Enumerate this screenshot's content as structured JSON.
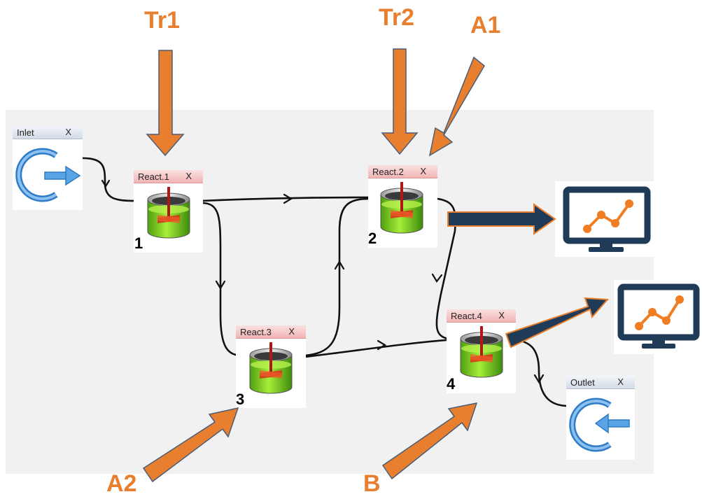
{
  "inlet": {
    "title": "Inlet",
    "close": "X"
  },
  "outlet": {
    "title": "Outlet",
    "close": "X"
  },
  "reactors": [
    {
      "title": "React.1",
      "close": "X",
      "number": "1"
    },
    {
      "title": "React.2",
      "close": "X",
      "number": "2"
    },
    {
      "title": "React.3",
      "close": "X",
      "number": "3"
    },
    {
      "title": "React.4",
      "close": "X",
      "number": "4"
    }
  ],
  "feeds": {
    "tr1": "Tr1",
    "tr2": "Tr2",
    "a1": "A1",
    "a2": "A2",
    "b": "B"
  },
  "colors": {
    "feed_arrow": "#e87f2f",
    "output_arrow": "#1f3b57",
    "monitor_frame": "#1f3b57",
    "monitor_plot": "#f07d22",
    "reactor_liquid": "#7ed321",
    "inlet_icon": "#4a90d9"
  },
  "icons": {
    "inlet": "inlet-circle-arrow-icon",
    "outlet": "outlet-circle-arrow-icon",
    "reactor": "stirred-tank-reactor-icon",
    "monitor": "monitor-chart-icon"
  }
}
